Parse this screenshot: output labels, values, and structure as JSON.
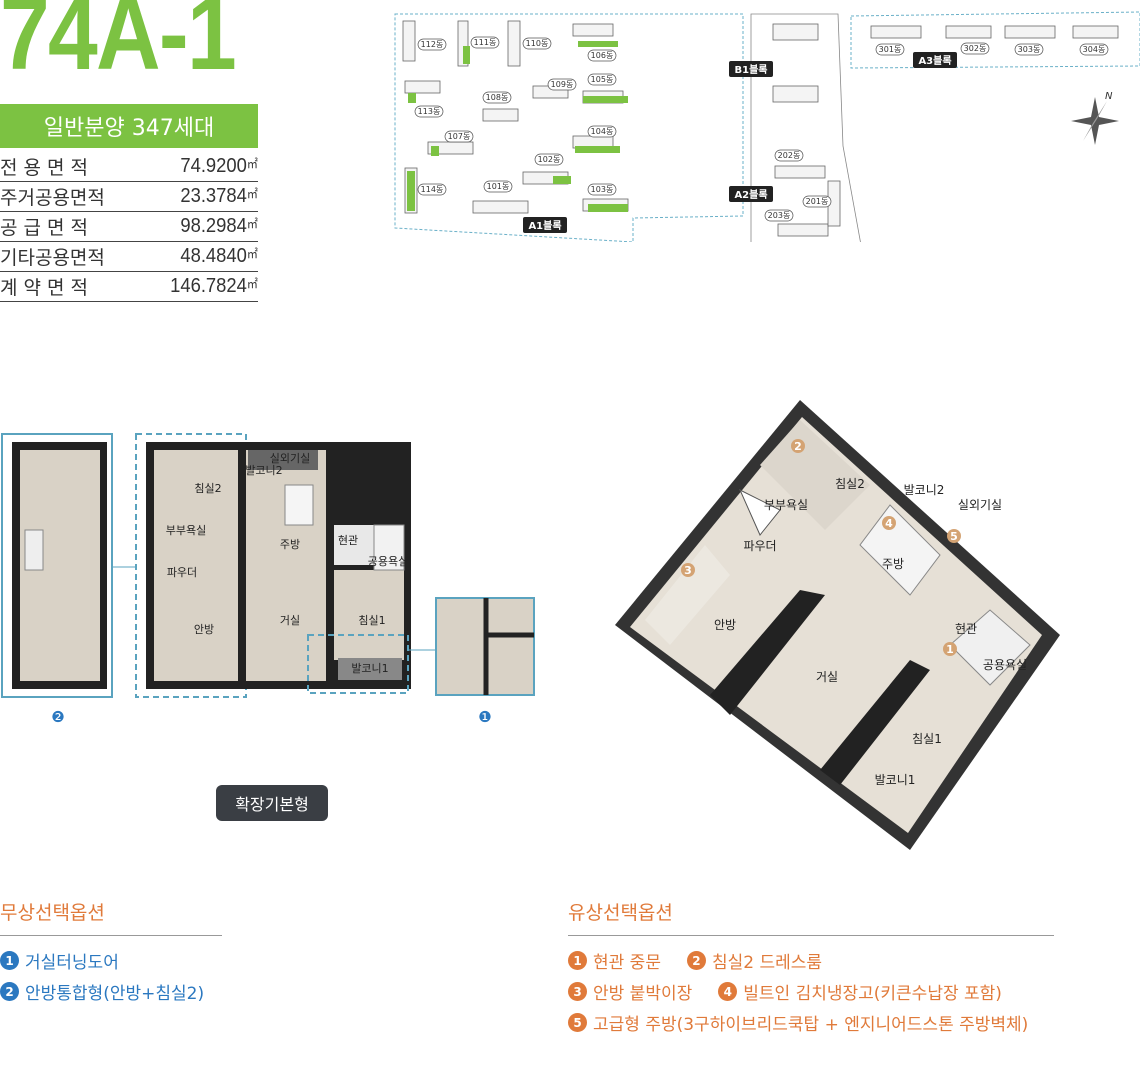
{
  "unit_type": "74A-1",
  "sale_info": "일반분양 347세대",
  "area_unit": "㎡",
  "areas": [
    {
      "label": "전 용 면 적",
      "value": "74.9200"
    },
    {
      "label": "주거공용면적",
      "value": "23.3784"
    },
    {
      "label": "공 급 면 적",
      "value": "98.2984"
    },
    {
      "label": "기타공용면적",
      "value": "48.4840"
    },
    {
      "label": "계 약 면 적",
      "value": "146.7824"
    }
  ],
  "site_plan": {
    "blocks": [
      "A1블록",
      "B1블록",
      "A2블록",
      "A3블록"
    ],
    "buildings_a1": [
      "112동",
      "111동",
      "110동",
      "106동",
      "113동",
      "108동",
      "109동",
      "105동",
      "107동",
      "104동",
      "102동",
      "114동",
      "101동",
      "103동"
    ],
    "buildings_a2": [
      "202동",
      "201동",
      "203동"
    ],
    "buildings_a3": [
      "301동",
      "302동",
      "303동",
      "304동"
    ],
    "compass_label": "N"
  },
  "floor_plan_2d": {
    "rooms": [
      "실외기실",
      "발코니2",
      "침실2",
      "부부욕실",
      "파우더",
      "안방",
      "주방",
      "현관",
      "공용욕실",
      "거실",
      "침실1",
      "발코니1"
    ],
    "callouts": [
      "❷",
      "❶"
    ]
  },
  "type_label": "확장기본형",
  "floor_plan_3d": {
    "rooms": [
      "침실2",
      "부부욕실",
      "파우더",
      "안방",
      "발코니2",
      "실외기실",
      "주방",
      "현관",
      "공용욕실",
      "거실",
      "침실1",
      "발코니1"
    ],
    "markers": [
      "2",
      "4",
      "5",
      "3",
      "1"
    ]
  },
  "free_options": {
    "title": "무상선택옵션",
    "items": [
      {
        "num": "1",
        "text": "거실터닝도어"
      },
      {
        "num": "2",
        "text": "안방통합형(안방+침실2)"
      }
    ]
  },
  "paid_options": {
    "title": "유상선택옵션",
    "items": [
      {
        "num": "1",
        "text": "현관 중문"
      },
      {
        "num": "2",
        "text": "침실2 드레스룸"
      },
      {
        "num": "3",
        "text": "안방 붙박이장"
      },
      {
        "num": "4",
        "text": "빌트인 김치냉장고(키큰수납장 포함)"
      },
      {
        "num": "5",
        "text": "고급형 주방(3구하이브리드쿡탑 + 엔지니어드스톤 주방벽체)"
      }
    ]
  },
  "colors": {
    "brand_green": "#7cc242",
    "free_blue": "#2b78c0",
    "paid_orange": "#e07a3a",
    "badge_dark": "#3a3e44"
  }
}
